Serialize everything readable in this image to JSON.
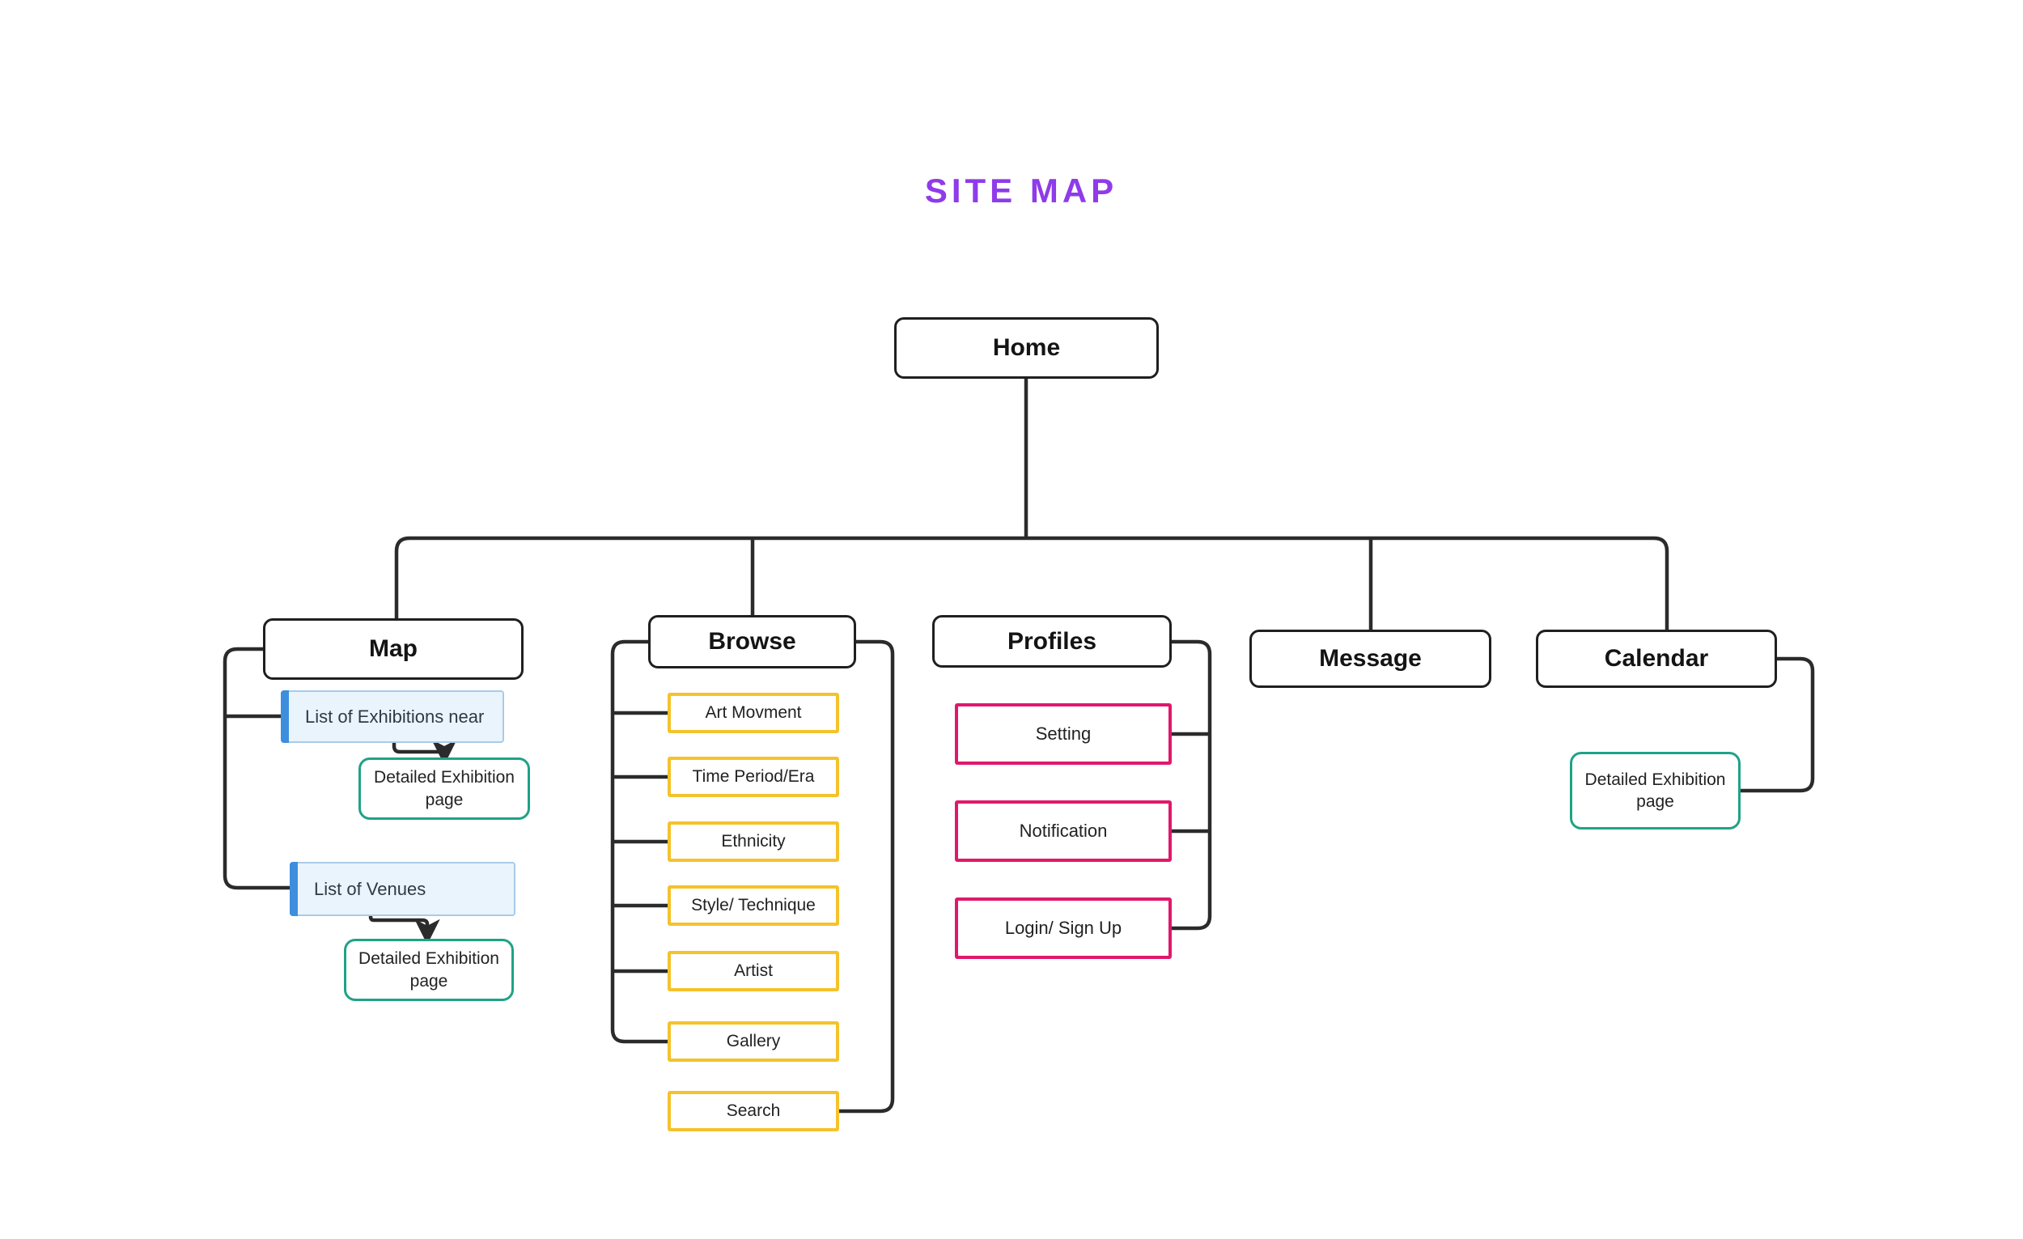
{
  "title": "SITE MAP",
  "colors": {
    "title": "#8F3BE9",
    "line": "#2b2b2b",
    "node_border": "#1f1f1f",
    "blue_accent": "#3E8EDE",
    "blue_fill": "#EAF4FC",
    "blue_border": "#A9CBE8",
    "yellow": "#F5C22B",
    "pink": "#E0186C",
    "teal": "#1FA287"
  },
  "home": {
    "label": "Home"
  },
  "map": {
    "label": "Map",
    "exhibitions_near": {
      "label": "List of Exhibitions near"
    },
    "detailed_page_1": {
      "label": "Detailed Exhibition page"
    },
    "venues": {
      "label": "List of Venues"
    },
    "detailed_page_2": {
      "label": "Detailed Exhibition page"
    }
  },
  "browse": {
    "label": "Browse",
    "items": [
      "Art Movment",
      "Time Period/Era",
      "Ethnicity",
      "Style/ Technique",
      "Artist",
      "Gallery",
      "Search"
    ]
  },
  "profiles": {
    "label": "Profiles",
    "items": [
      "Setting",
      "Notification",
      "Login/ Sign Up"
    ]
  },
  "message": {
    "label": "Message"
  },
  "calendar": {
    "label": "Calendar",
    "detailed_page": {
      "label": "Detailed Exhibition page"
    }
  }
}
